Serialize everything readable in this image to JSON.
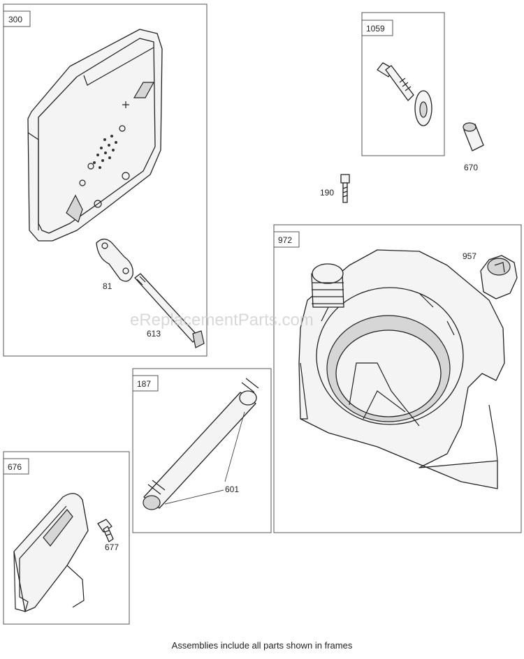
{
  "frames": {
    "muffler": "300",
    "bolt_kit": "1059",
    "blower_housing": "972",
    "tube": "187",
    "guard": "676"
  },
  "parts": {
    "gasket": "81",
    "stud": "613",
    "screw": "190",
    "spacer": "670",
    "cap": "957",
    "clamp": "601",
    "bolt": "677"
  },
  "watermark": "eReplacementParts.com",
  "footer": "Assemblies include all parts shown in frames"
}
